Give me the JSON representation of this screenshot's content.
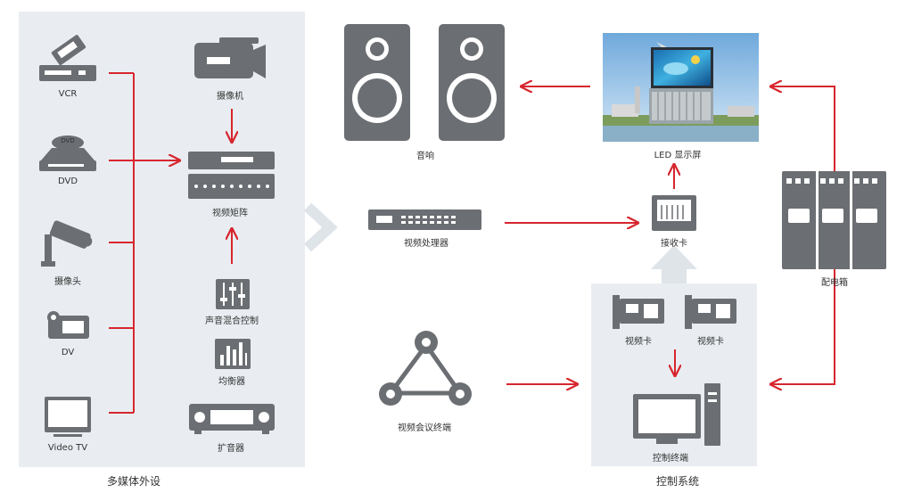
{
  "groups": {
    "multimedia": "多媒体外设",
    "control": "控制系统"
  },
  "devices": {
    "vcr": "VCR",
    "dvd": "DVD",
    "dvd_disc": "DVD",
    "camera": "摄像头",
    "dv": "DV",
    "tv": "Video TV",
    "camcorder": "摄像机",
    "matrix": "视频矩阵",
    "mixer": "声音混合控制",
    "equalizer": "均衡器",
    "amplifier": "扩音器",
    "speakers": "音响",
    "led": "LED 显示屏",
    "processor": "视频处理器",
    "receiver": "接收卡",
    "conference": "视频会议终端",
    "video_card_1": "视频卡",
    "video_card_2": "视频卡",
    "terminal": "控制终端",
    "power_box": "配电箱"
  },
  "colors": {
    "arrow": "#d7262e",
    "device": "#6b6e72",
    "panel": "#e9edf1",
    "big_arrow": "#dfe4e9"
  }
}
